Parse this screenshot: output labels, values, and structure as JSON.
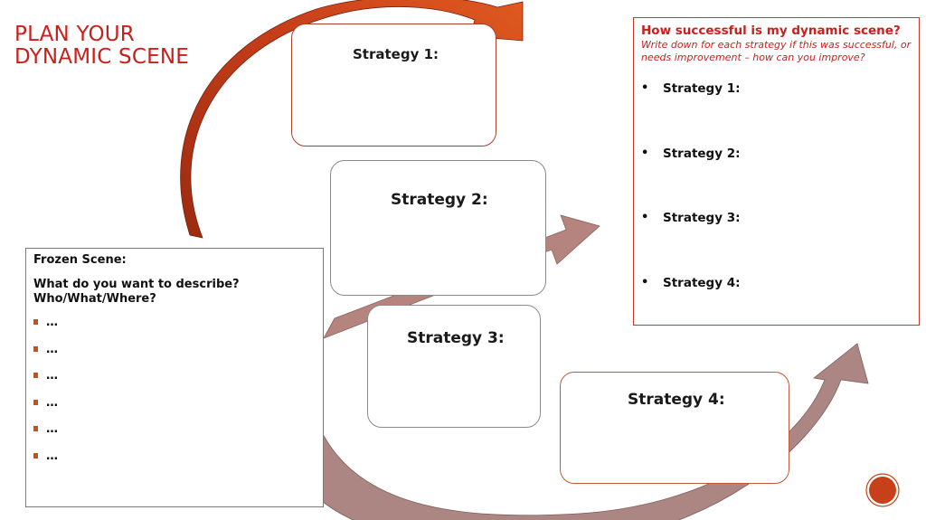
{
  "title": {
    "line1": "PLAN YOUR",
    "line2": "DYNAMIC SCENE"
  },
  "strategies": [
    {
      "label": "Strategy 1:"
    },
    {
      "label": "Strategy 2:"
    },
    {
      "label": "Strategy 3:"
    },
    {
      "label": "Strategy 4:"
    }
  ],
  "frozen_scene": {
    "title": "Frozen Scene:",
    "question": "What do you want to describe? Who/What/Where?",
    "items": [
      "…",
      "…",
      "…",
      "…",
      "…",
      "…"
    ]
  },
  "success_box": {
    "title": "How successful is my dynamic scene?",
    "subtitle": "Write down for each strategy if this was successful, or needs improvement – how can you improve?",
    "items": [
      "Strategy 1:",
      "Strategy 2:",
      "Strategy 3:",
      "Strategy 4:"
    ]
  },
  "colors": {
    "accent_red": "#c8201c",
    "arrow_orange": "#c0441a",
    "arrow_mauve": "#a86e66"
  },
  "icons": {
    "bullet": "square-bullet-icon",
    "list_dot": "•"
  }
}
